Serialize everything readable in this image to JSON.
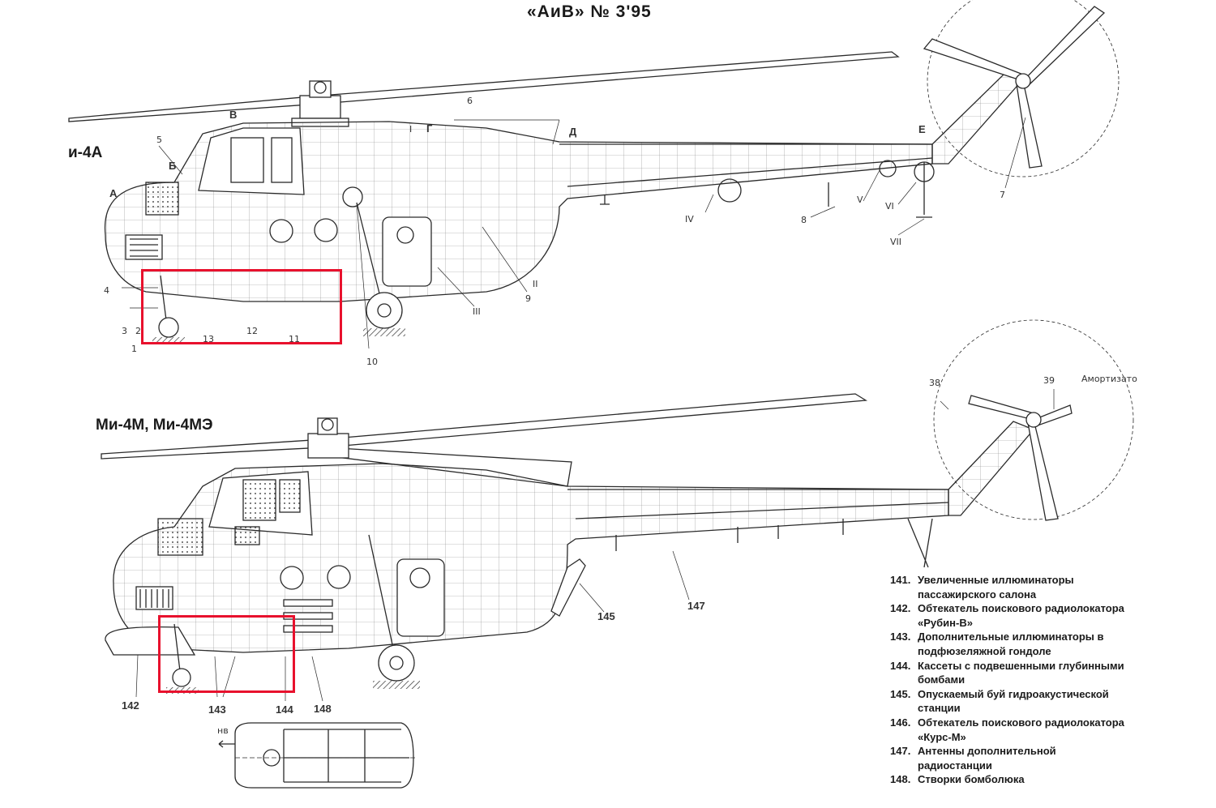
{
  "header": {
    "title": "«АиВ» № 3'95"
  },
  "top_view": {
    "model": "и-4А",
    "callouts": {
      "a": "А",
      "b": "Б",
      "v": "В",
      "g": "Г",
      "d": "Д",
      "e": "Е",
      "n1": "1",
      "n2": "2",
      "n3": "3",
      "n4": "4",
      "n5": "5",
      "n6": "6",
      "n7": "7",
      "n8": "8",
      "n9": "9",
      "n10": "10",
      "n11": "11",
      "n12": "12",
      "n13": "13",
      "r1": "I",
      "r2": "II",
      "r3": "III",
      "r4": "IV",
      "r5": "V",
      "r6": "VI",
      "r7": "VII"
    }
  },
  "bottom_view": {
    "model": "Ми-4М, Ми-4МЭ",
    "callouts": {
      "n38": "38",
      "n39": "39",
      "amort": "Амортизато",
      "n142": "142",
      "n143": "143",
      "n144": "144",
      "n145": "145",
      "n147": "147",
      "n148": "148",
      "nv": "нв"
    }
  },
  "legend": [
    {
      "num": "141.",
      "text": "Увеличенные иллюминаторы пассажирского салона"
    },
    {
      "num": "142.",
      "text": "Обтекатель поискового радиолокатора «Рубин-В»"
    },
    {
      "num": "143.",
      "text": "Дополнительные иллюминаторы в подфюзеляжной гондоле"
    },
    {
      "num": "144.",
      "text": "Кассеты с подвешенными глубинными бомбами"
    },
    {
      "num": "145.",
      "text": "Опускаемый буй гидроакустической станции"
    },
    {
      "num": "146.",
      "text": "Обтекатель поискового радиолокатора «Курс-М»"
    },
    {
      "num": "147.",
      "text": "Антенны дополнительной радиостанции"
    },
    {
      "num": "148.",
      "text": "Створки бомболюка"
    }
  ],
  "colors": {
    "highlight": "#e8112d",
    "line": "#2a2a2a"
  }
}
